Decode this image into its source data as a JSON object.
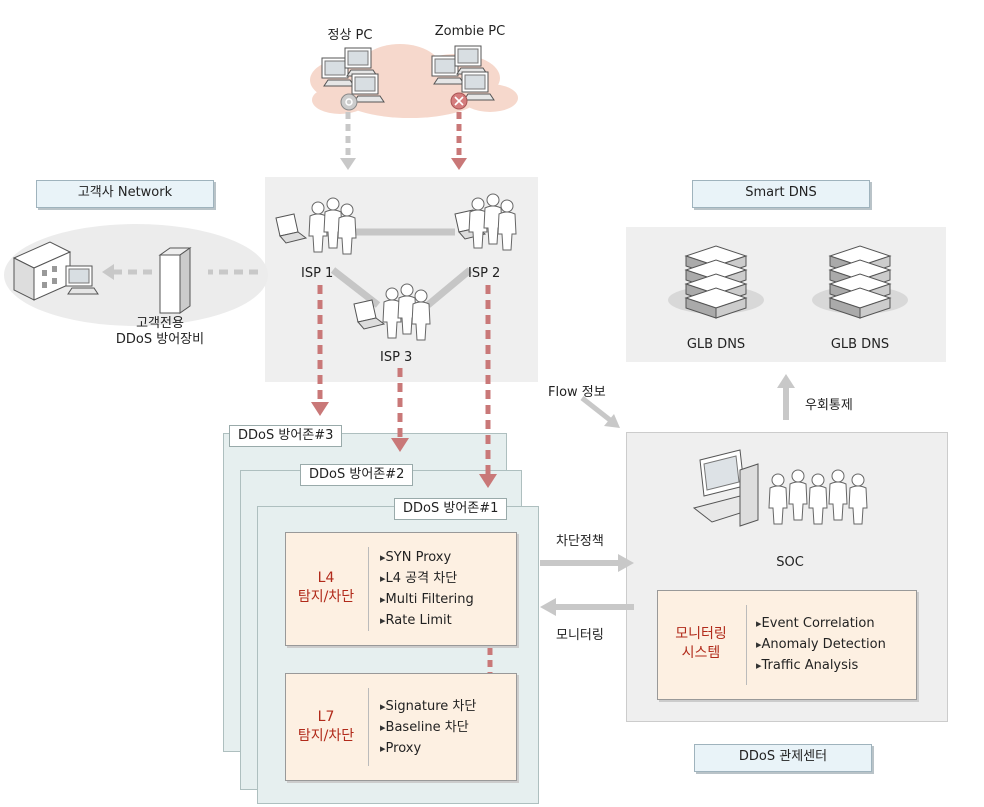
{
  "top": {
    "normal_pc": "정상 PC",
    "zombie_pc": "Zombie PC"
  },
  "customer": {
    "network_tag": "고객사 Network",
    "device_label_1": "고객전용",
    "device_label_2": "DDoS 방어장비"
  },
  "isp": {
    "isp1": "ISP 1",
    "isp2": "ISP 2",
    "isp3": "ISP 3"
  },
  "smart_dns": {
    "tag": "Smart DNS",
    "glb1": "GLB DNS",
    "glb2": "GLB DNS"
  },
  "arrows": {
    "flow": "Flow 정보",
    "detour": "우회통제",
    "block_policy": "차단정책",
    "monitoring": "모니터링"
  },
  "zones": {
    "zone3": "DDoS 방어존#3",
    "zone2": "DDoS 방어존#2",
    "zone1": "DDoS 방어존#1"
  },
  "l4": {
    "title_1": "L4",
    "title_2": "탐지/차단",
    "items": [
      "SYN Proxy",
      "L4  공격 차단",
      "Multi Filtering",
      "Rate Limit"
    ]
  },
  "l7": {
    "title_1": "L7",
    "title_2": "탐지/차단",
    "items": [
      "Signature 차단",
      "Baseline 차단",
      "Proxy"
    ]
  },
  "soc": {
    "label": "SOC",
    "monitor_title_1": "모니터링",
    "monitor_title_2": "시스템",
    "items": [
      "Event Correlation",
      "Anomaly Detection",
      "Traffic Analysis"
    ]
  },
  "center_tag": "DDoS 관제센터",
  "colors": {
    "red_dashed": "#c97878",
    "gray_arrow": "#c8c8c8",
    "panel_gray": "#efefef",
    "zone_teal": "#e6efef",
    "peach": "#fdf0e2",
    "title_red": "#b12a1a"
  }
}
